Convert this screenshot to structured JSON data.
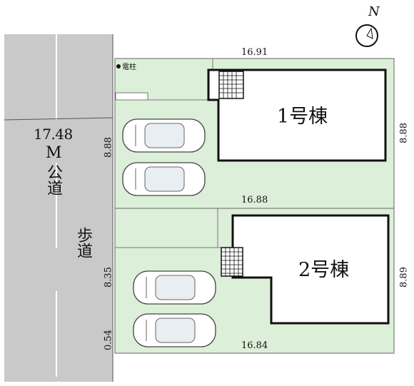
{
  "road": {
    "width_value": "17.48",
    "width_unit": "M",
    "name": "公道",
    "sidewalk": "歩道"
  },
  "north_label": "N",
  "utility_pole": "電柱",
  "buildings": [
    {
      "label": "1号棟"
    },
    {
      "label": "2号棟"
    }
  ],
  "dimensions": {
    "top": "16.91",
    "middle": "16.88",
    "bottom": "16.84",
    "lot1_left": "8.88",
    "lot1_right": "8.88",
    "lot2_left": "8.35",
    "lot2_right": "8.89",
    "lot2_bottom_left": "0.54"
  },
  "colors": {
    "lot": "#dcefd8",
    "road": "#c9c9c9",
    "building_outline": "#111111"
  }
}
